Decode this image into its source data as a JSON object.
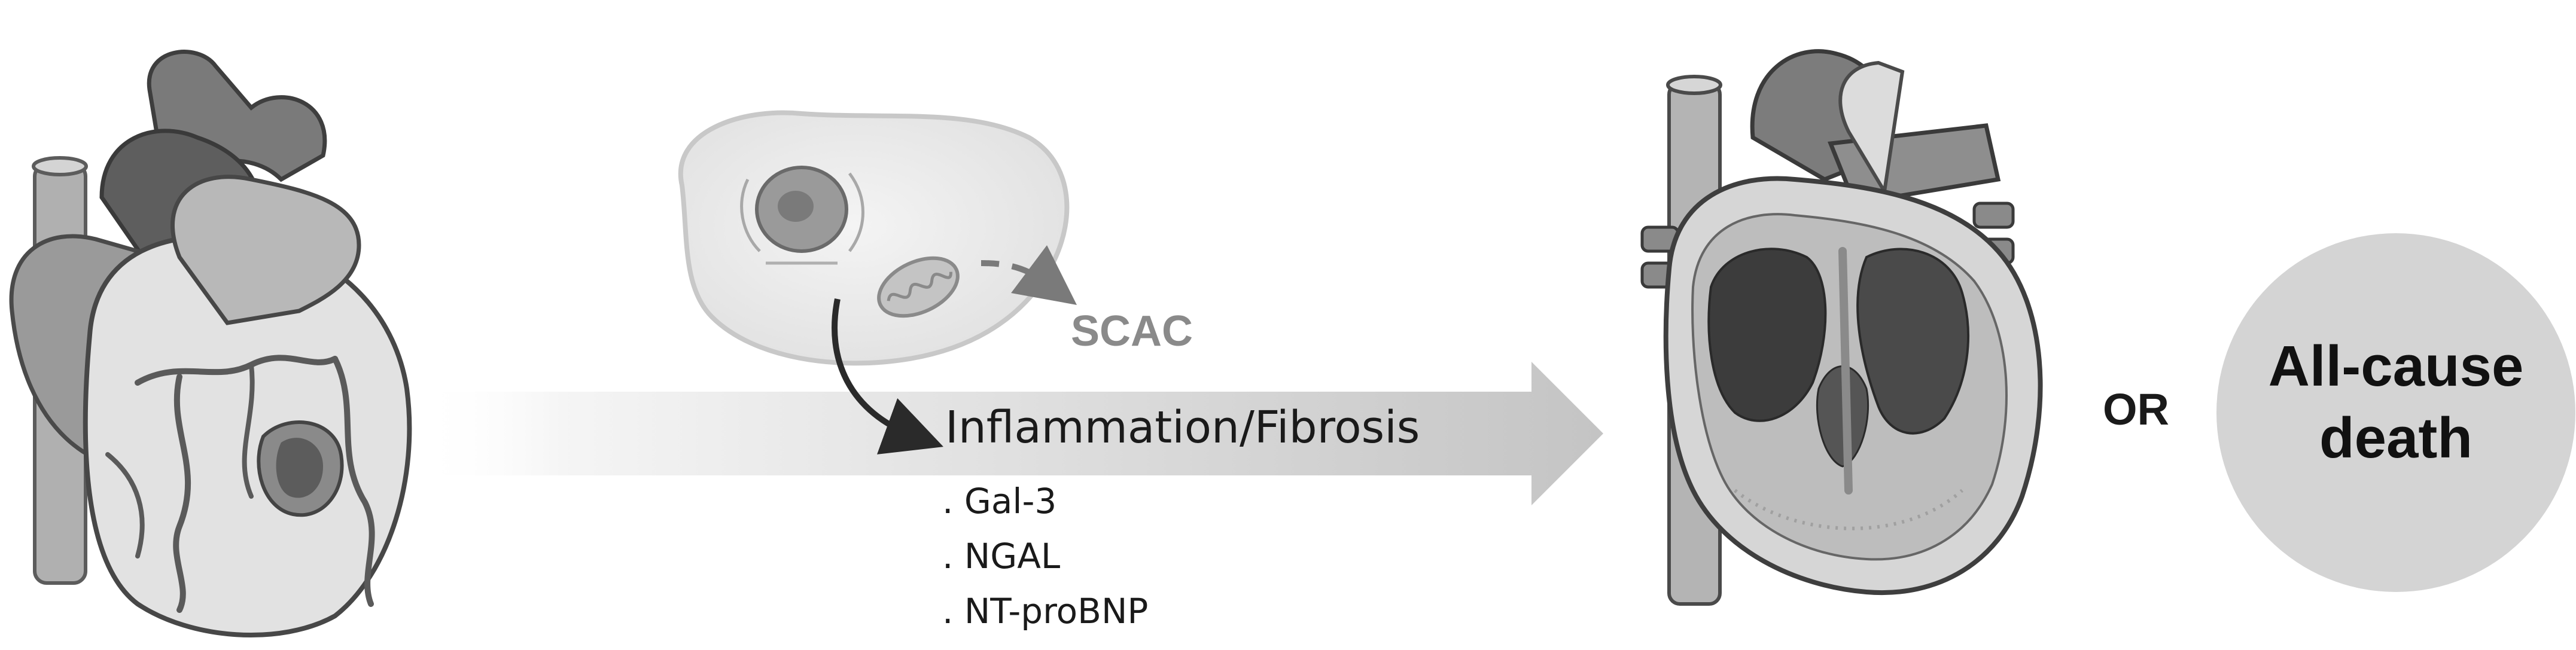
{
  "labels": {
    "scac": "SCAC",
    "pathway": "Inflammation/Fibrosis",
    "or": "OR",
    "outcome_line1": "All-cause",
    "outcome_line2": "death"
  },
  "biomarkers": [
    ". Gal-3",
    ". NGAL",
    ". NT-proBNP"
  ],
  "colors": {
    "arrow_light": "#f7f7f7",
    "arrow_dark": "#c6c6c6",
    "heart_dark": "#6f6f6f",
    "heart_mid": "#9a9a9a",
    "heart_light": "#d8d8d8",
    "cell_fill": "#ececec",
    "outcome_circle": "#d4d4d4",
    "text_dark": "#1a1a1a",
    "text_grey": "#8a8a8a"
  },
  "icons": {
    "left": "infarcted-heart-illustration",
    "cell": "cell-with-mitochondrion-illustration",
    "right": "heart-cross-section-illustration"
  }
}
